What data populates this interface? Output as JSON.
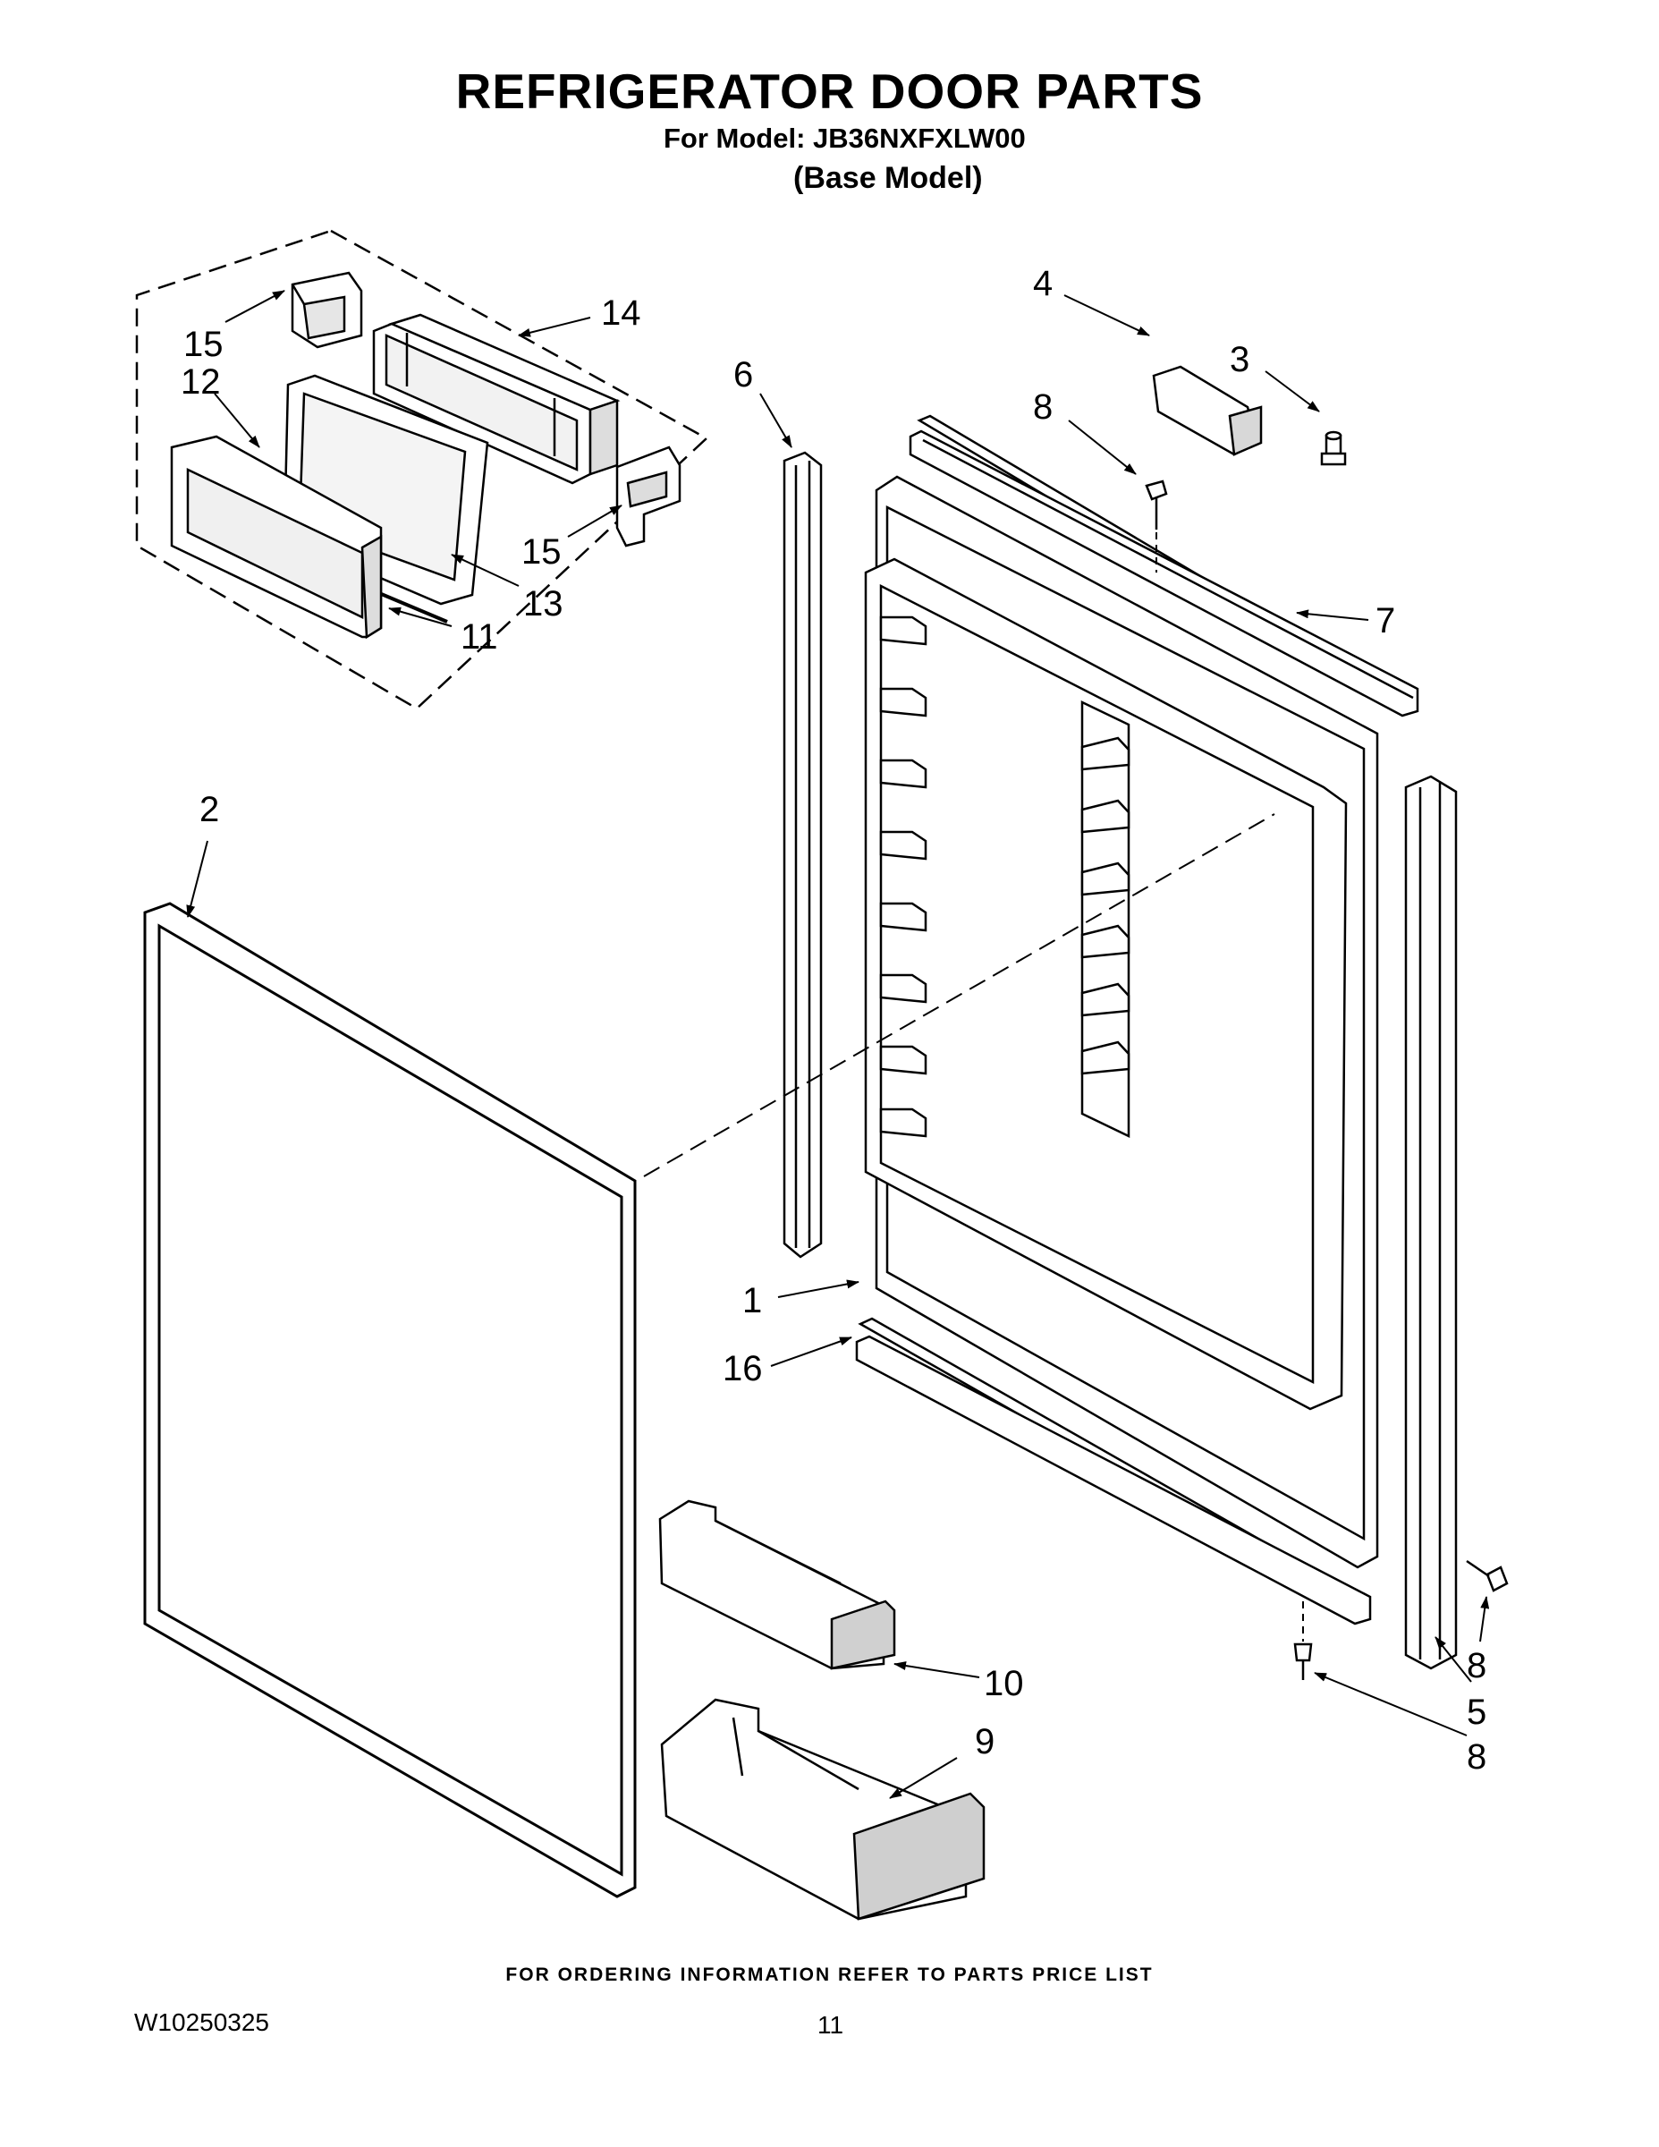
{
  "header": {
    "title": "REFRIGERATOR DOOR PARTS",
    "model_line": "For Model: JB36NXFXLW00",
    "base_model": "(Base Model)"
  },
  "callouts": {
    "c1": "1",
    "c2": "2",
    "c3": "3",
    "c4": "4",
    "c5": "5",
    "c6": "6",
    "c7": "7",
    "c8a": "8",
    "c8b": "8",
    "c8c": "8",
    "c9": "9",
    "c10": "10",
    "c11": "11",
    "c12": "12",
    "c13": "13",
    "c14": "14",
    "c15a": "15",
    "c15b": "15",
    "c16": "16"
  },
  "footer": {
    "ordering_note": "FOR ORDERING INFORMATION REFER TO PARTS PRICE LIST",
    "doc_number": "W10250325",
    "page_number": "11"
  }
}
